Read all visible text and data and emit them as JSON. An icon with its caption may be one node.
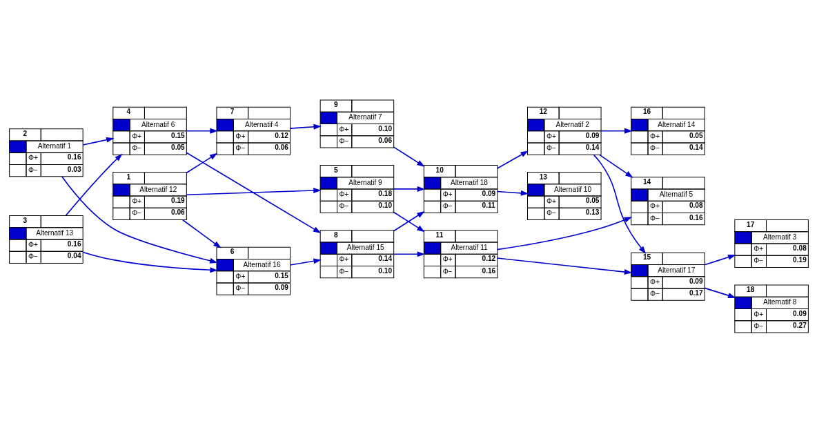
{
  "diagram": {
    "nodes": [
      {
        "text": [
          "1",
          "Alternatif 12",
          "Φ+",
          "0.19",
          "Φ−",
          "0.06"
        ]
      },
      {
        "text": [
          "2",
          "Alternatif 1",
          "Φ+",
          "0.16",
          "Φ−",
          "0.03"
        ]
      },
      {
        "text": [
          "3",
          "Alternatif 13",
          "Φ+",
          "0.16",
          "Φ−",
          "0.04"
        ]
      },
      {
        "text": [
          "4",
          "Alternatif 6",
          "Φ+",
          "0.15",
          "Φ−",
          "0.05"
        ]
      },
      {
        "text": [
          "5",
          "Alternatif 9",
          "Φ+",
          "0.18",
          "Φ−",
          "0.10"
        ]
      },
      {
        "text": [
          "6",
          "Alternatif 16",
          "Φ+",
          "0.15",
          "Φ−",
          "0.09"
        ]
      },
      {
        "text": [
          "7",
          "Alternatif 4",
          "Φ+",
          "0.12",
          "Φ−",
          "0.06"
        ]
      },
      {
        "text": [
          "8",
          "Alternatif 15",
          "Φ+",
          "0.14",
          "Φ−",
          "0.10"
        ]
      },
      {
        "text": [
          "9",
          "Alternatif 7",
          "Φ+",
          "0.10",
          "Φ−",
          "0.06"
        ]
      },
      {
        "text": [
          "10",
          "Alternatif 18",
          "Φ+",
          "0.09",
          "Φ−",
          "0.11"
        ]
      },
      {
        "text": [
          "11",
          "Alternatif 11",
          "Φ+",
          "0.12",
          "Φ−",
          "0.16"
        ]
      },
      {
        "text": [
          "12",
          "Alternatif 2",
          "Φ+",
          "0.09",
          "Φ−",
          "0.14"
        ]
      },
      {
        "text": [
          "13",
          "Alternatif 10",
          "Φ+",
          "0.05",
          "Φ−",
          "0.13"
        ]
      },
      {
        "text": [
          "14",
          "Alternatif 5",
          "Φ+",
          "0.08",
          "Φ−",
          "0.16"
        ]
      },
      {
        "text": [
          "15",
          "Alternatif 17",
          "Φ+",
          "0.09",
          "Φ−",
          "0.17"
        ]
      },
      {
        "text": [
          "16",
          "Alternatif 14",
          "Φ+",
          "0.05",
          "Φ−",
          "0.14"
        ]
      },
      {
        "text": [
          "17",
          "Alternatif 3",
          "Φ+",
          "0.08",
          "Φ−",
          "0.19"
        ]
      },
      {
        "text": [
          "18",
          "Alternatif 8",
          "Φ+",
          "0.09",
          "Φ−",
          "0.27"
        ]
      }
    ],
    "edges": [
      {
        "from": 0,
        "to": 6,
        "arrow": "to"
      },
      {
        "from": 0,
        "to": 4,
        "arrow": "to"
      },
      {
        "from": 0,
        "to": 5,
        "arrow": "to"
      },
      {
        "from": 1,
        "to": 5,
        "arrow": "to"
      },
      {
        "from": 1,
        "to": 3,
        "arrow": "to"
      },
      {
        "from": 2,
        "to": 5,
        "arrow": "to"
      },
      {
        "from": 2,
        "to": 3,
        "arrow": "to"
      },
      {
        "from": 4,
        "to": 9,
        "arrow": "to"
      },
      {
        "from": 4,
        "to": 10,
        "arrow": "to"
      },
      {
        "from": 6,
        "to": 8,
        "arrow": "to"
      },
      {
        "from": 3,
        "to": 6,
        "arrow": "to"
      },
      {
        "from": 5,
        "to": 7,
        "arrow": "to"
      },
      {
        "from": 3,
        "to": 7,
        "arrow": "to"
      },
      {
        "from": 7,
        "to": 10,
        "arrow": "to"
      },
      {
        "from": 7,
        "to": 9,
        "arrow": "to"
      },
      {
        "from": 8,
        "to": 9,
        "arrow": "to"
      },
      {
        "from": 10,
        "to": 14,
        "arrow": "to"
      },
      {
        "from": 10,
        "to": 13,
        "arrow": "to"
      },
      {
        "from": 9,
        "to": 11,
        "arrow": "to"
      },
      {
        "from": 9,
        "to": 12,
        "arrow": "to"
      },
      {
        "from": 11,
        "to": 15,
        "arrow": "to"
      },
      {
        "from": 11,
        "to": 13,
        "arrow": "to"
      },
      {
        "from": 11,
        "to": 14,
        "arrow": "to"
      },
      {
        "from": 14,
        "to": 16,
        "arrow": "to"
      },
      {
        "from": 14,
        "to": 17,
        "arrow": "to"
      }
    ]
  }
}
